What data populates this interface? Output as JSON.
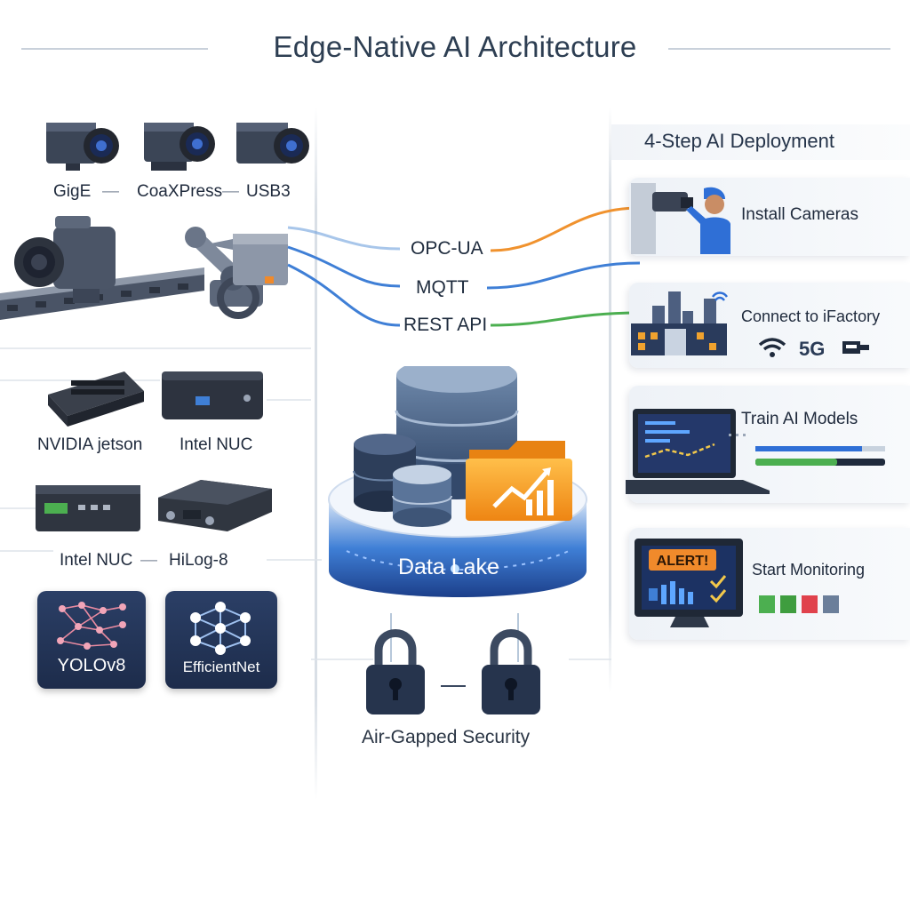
{
  "title": "Edge-Native AI Architecture",
  "cameras": {
    "interfaces": [
      "GigE",
      "CoaXPress",
      "USB3"
    ],
    "separator": "—"
  },
  "protocols": [
    "OPC-UA",
    "MQTT",
    "REST API"
  ],
  "hardware": {
    "row1": [
      "NVIDIA jetson",
      "Intel NUC"
    ],
    "row2": [
      "Intel NUC",
      "HiLog-8"
    ],
    "separator": "—"
  },
  "models": [
    "YOLOv8",
    "EfficientNet"
  ],
  "data_lake": {
    "label": "Data Lake"
  },
  "security": {
    "label": "Air-Gapped Security"
  },
  "deployment": {
    "title": "4-Step AI Deployment",
    "steps": [
      {
        "label": "Install Cameras",
        "icon": "technician-install-icon"
      },
      {
        "label": "Connect to iFactory",
        "icon": "factory-icon",
        "network_badge": "5G"
      },
      {
        "label": "Train AI Models",
        "icon": "laptop-training-icon"
      },
      {
        "label": "Start Monitoring",
        "icon": "monitor-alert-icon",
        "alert_text": "ALERT!"
      }
    ]
  },
  "colors": {
    "opc_ua_line": "#f0922e",
    "mqtt_line": "#3f7fd6",
    "rest_api_line": "#4caf50",
    "navy": "#1d2c4b",
    "accent_blue": "#2f6fd6",
    "folder_orange": "#f39a1f"
  }
}
